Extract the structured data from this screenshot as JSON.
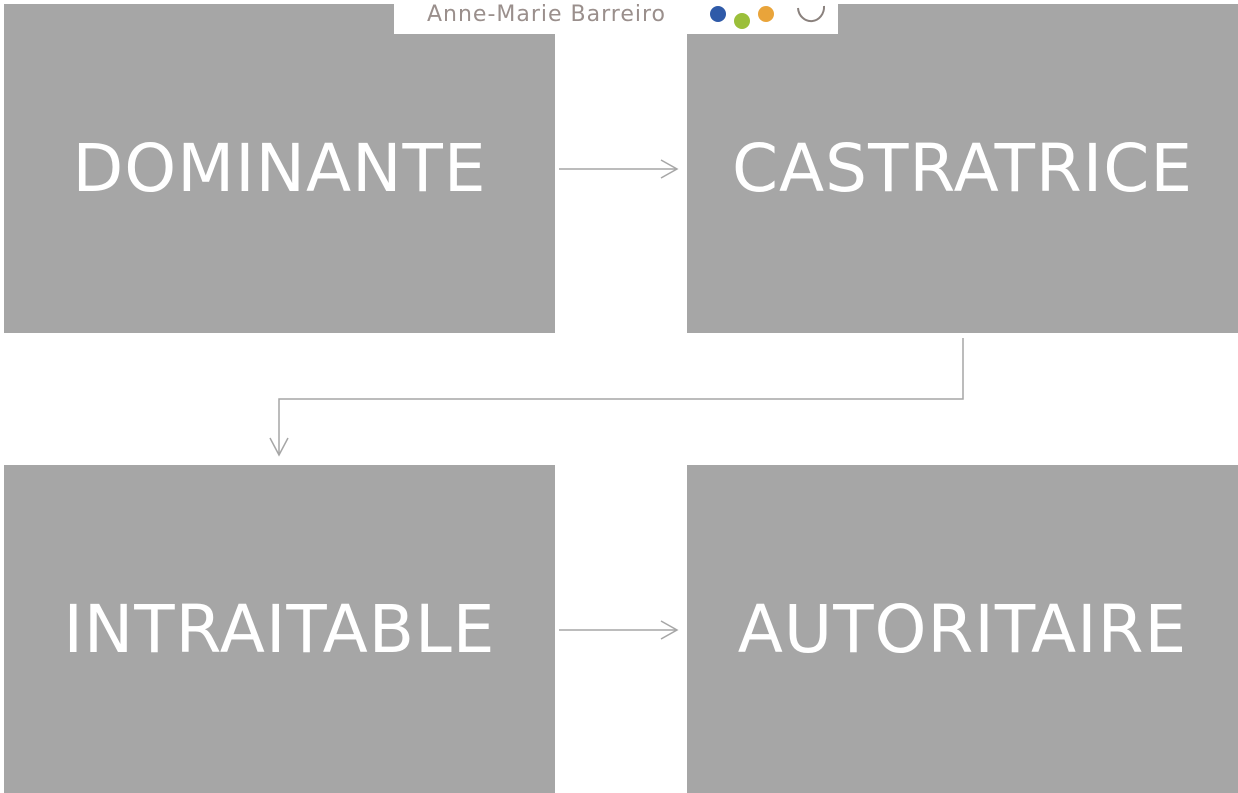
{
  "diagram": {
    "boxes": {
      "top_left": "DOMINANTE",
      "top_right": "CASTRATRICE",
      "bottom_left": "INTRAITABLE",
      "bottom_right": "AUTORITAIRE"
    },
    "edges": [
      {
        "from": "DOMINANTE",
        "to": "CASTRATRICE"
      },
      {
        "from": "CASTRATRICE",
        "to": "INTRAITABLE"
      },
      {
        "from": "INTRAITABLE",
        "to": "AUTORITAIRE"
      }
    ]
  },
  "logo": {
    "name": "Anne-Marie Barreiro",
    "dot_colors": [
      "#2f5aa8",
      "#9bbf3a",
      "#e9a43a"
    ],
    "ring_color": "#8a817d"
  },
  "colors": {
    "box_fill": "#a6a6a6",
    "box_text": "#ffffff",
    "connector": "#a6a6a6"
  }
}
